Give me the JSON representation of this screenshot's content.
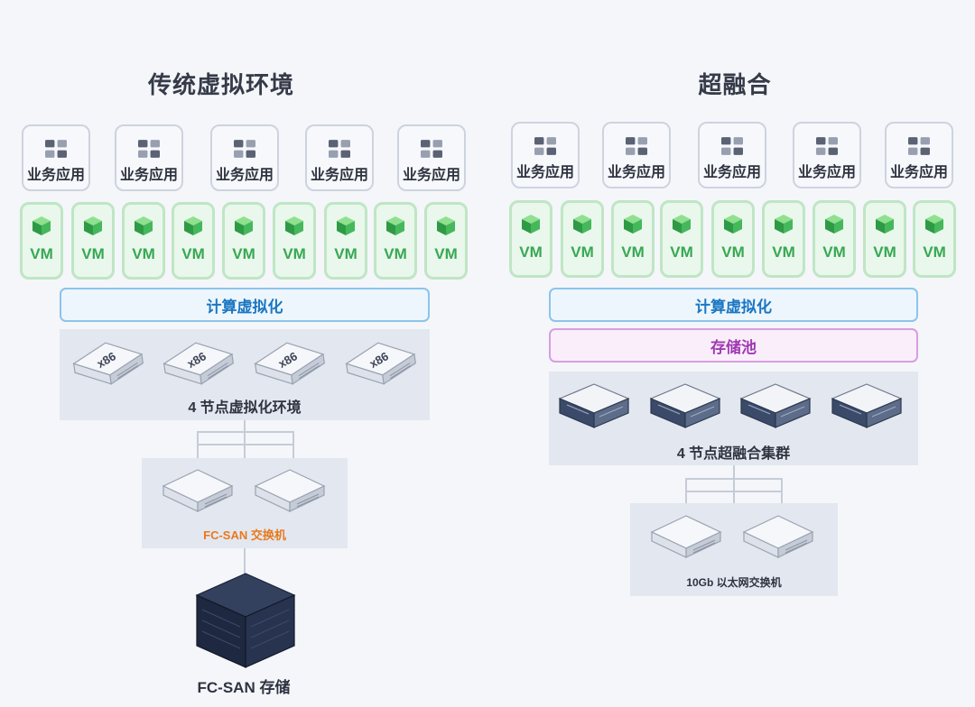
{
  "left": {
    "title": "传统虚拟环境",
    "apps": [
      "业务应用",
      "业务应用",
      "业务应用",
      "业务应用",
      "业务应用"
    ],
    "vms": [
      "VM",
      "VM",
      "VM",
      "VM",
      "VM",
      "VM",
      "VM",
      "VM",
      "VM"
    ],
    "compute_label": "计算虚拟化",
    "server_tag": "x86",
    "cluster_label": "4 节点虚拟化环境",
    "switch_label": "FC-SAN 交换机",
    "storage_label": "FC-SAN 存储"
  },
  "right": {
    "title": "超融合",
    "apps": [
      "业务应用",
      "业务应用",
      "业务应用",
      "业务应用",
      "业务应用"
    ],
    "vms": [
      "VM",
      "VM",
      "VM",
      "VM",
      "VM",
      "VM",
      "VM",
      "VM",
      "VM"
    ],
    "compute_label": "计算虚拟化",
    "storage_pool_label": "存储池",
    "cluster_label": "4 节点超融合集群",
    "switch_label": "10Gb 以太网交换机"
  },
  "colors": {
    "vm_green": "#37a853",
    "compute_blue": "#1a76c2",
    "storage_purple": "#a03ab2",
    "fc_switch_orange": "#e8791e"
  }
}
